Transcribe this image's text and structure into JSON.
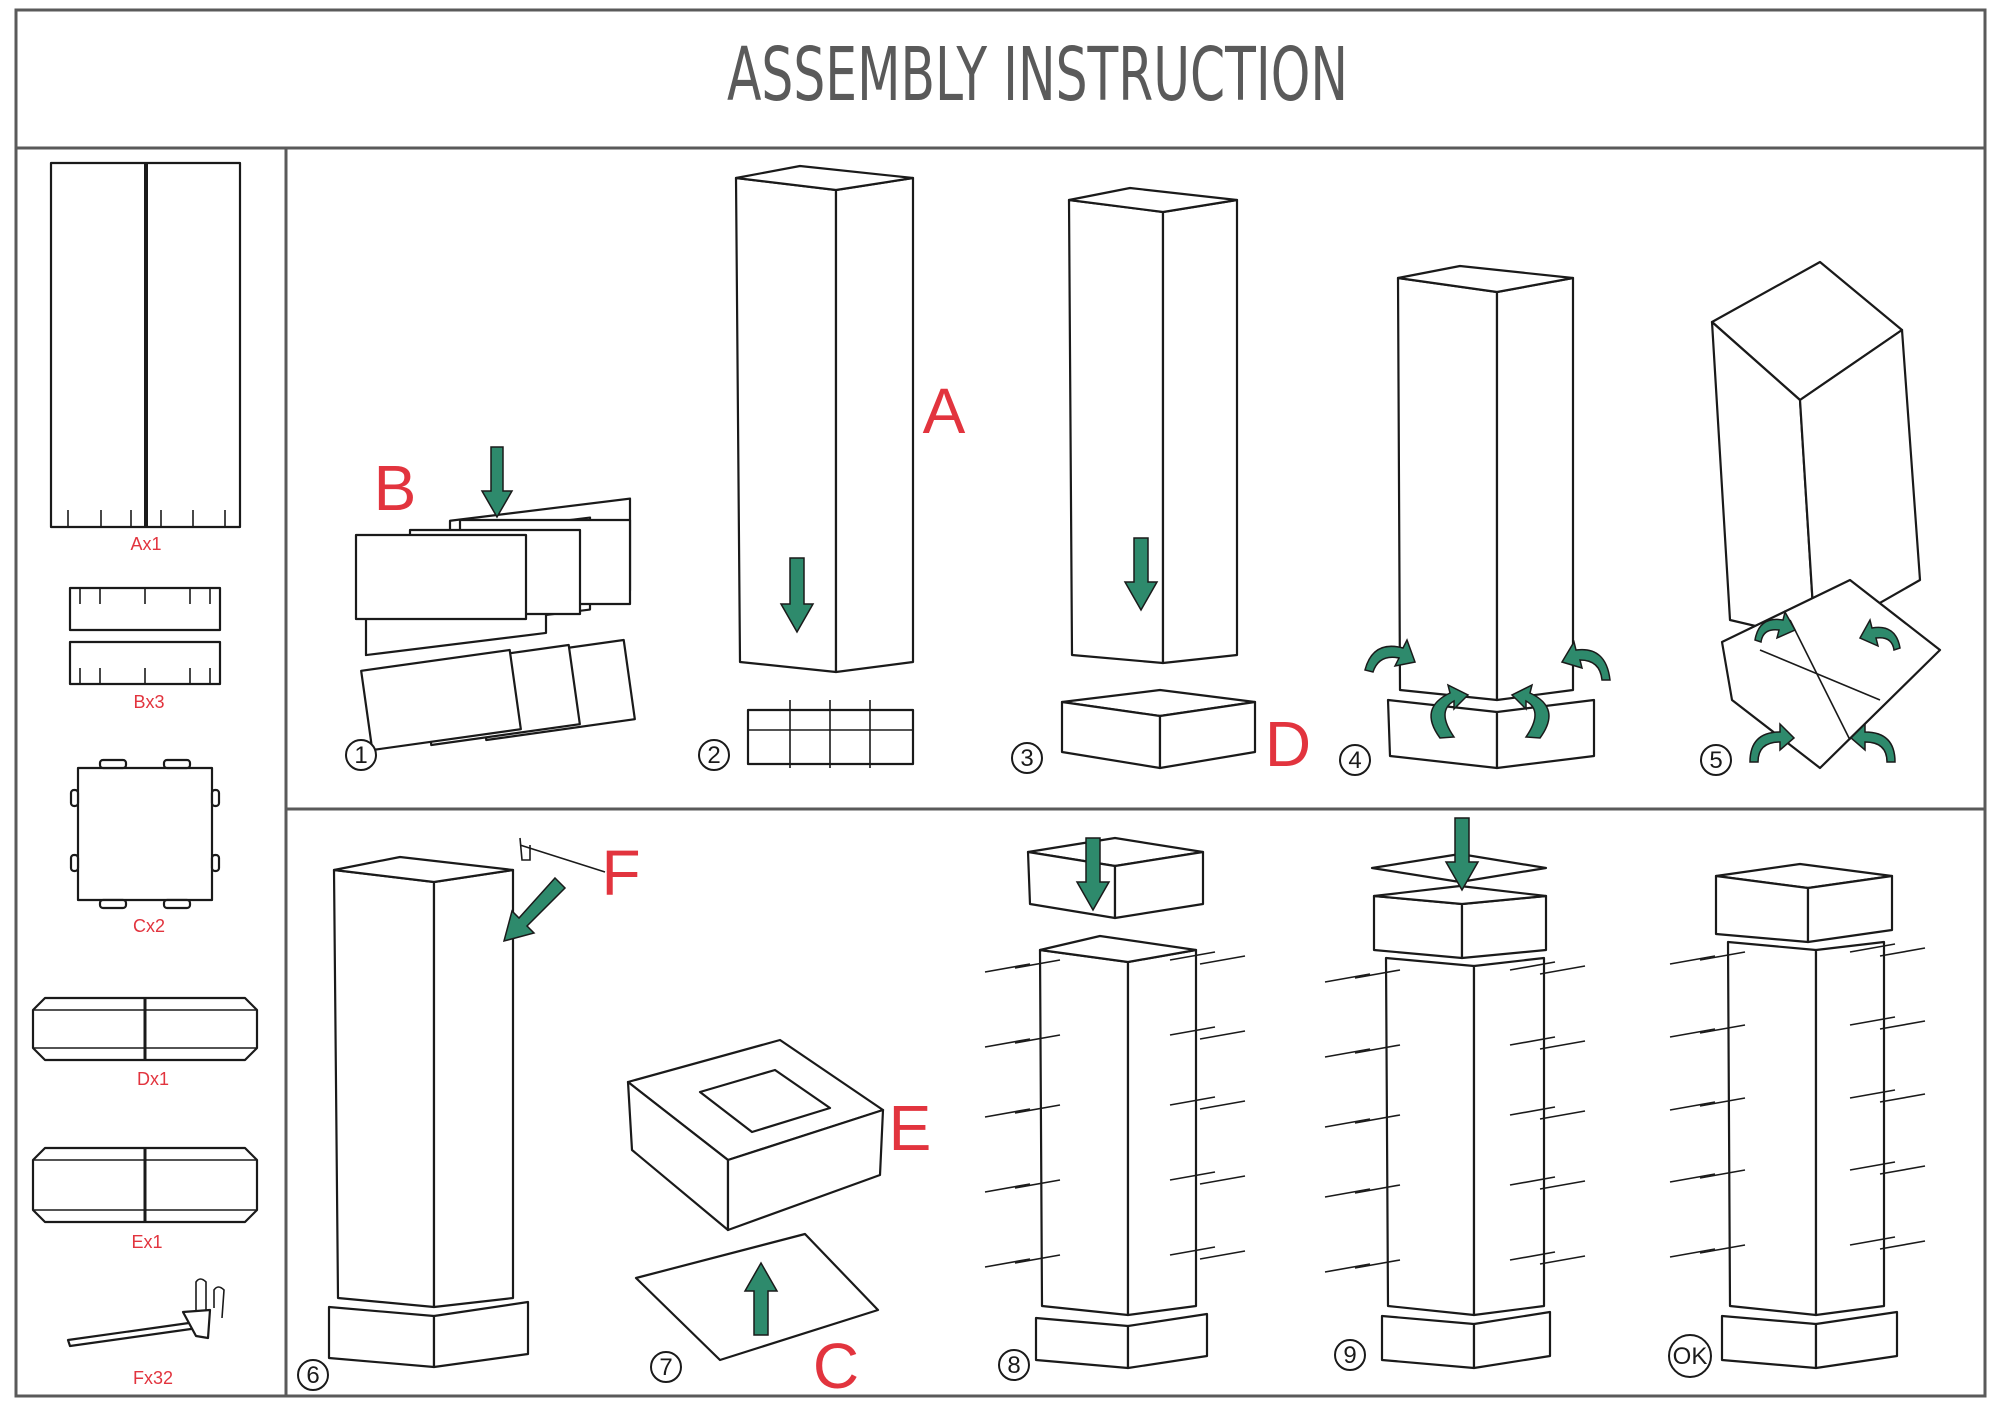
{
  "title": "ASSEMBLY   INSTRUCTION",
  "parts": [
    {
      "label": "Ax1"
    },
    {
      "label": "Bx3"
    },
    {
      "label": "Cx2"
    },
    {
      "label": "Dx1"
    },
    {
      "label": "Ex1"
    },
    {
      "label": "Fx32"
    }
  ],
  "steps": [
    {
      "number": "1",
      "part_label": "B"
    },
    {
      "number": "2",
      "part_label": "A"
    },
    {
      "number": "3",
      "part_label": "D"
    },
    {
      "number": "4"
    },
    {
      "number": "5"
    },
    {
      "number": "6",
      "part_label": "F"
    },
    {
      "number": "7",
      "part_labels": [
        "E",
        "C"
      ]
    },
    {
      "number": "8"
    },
    {
      "number": "9"
    },
    {
      "number": "OK"
    }
  ],
  "colors": {
    "label_red": "#e2343e",
    "arrow_green": "#2e8a6c",
    "frame_gray": "#5a5a5a"
  },
  "icons": [
    "down-arrow-icon",
    "up-arrow-icon",
    "curved-arrow-icon"
  ]
}
